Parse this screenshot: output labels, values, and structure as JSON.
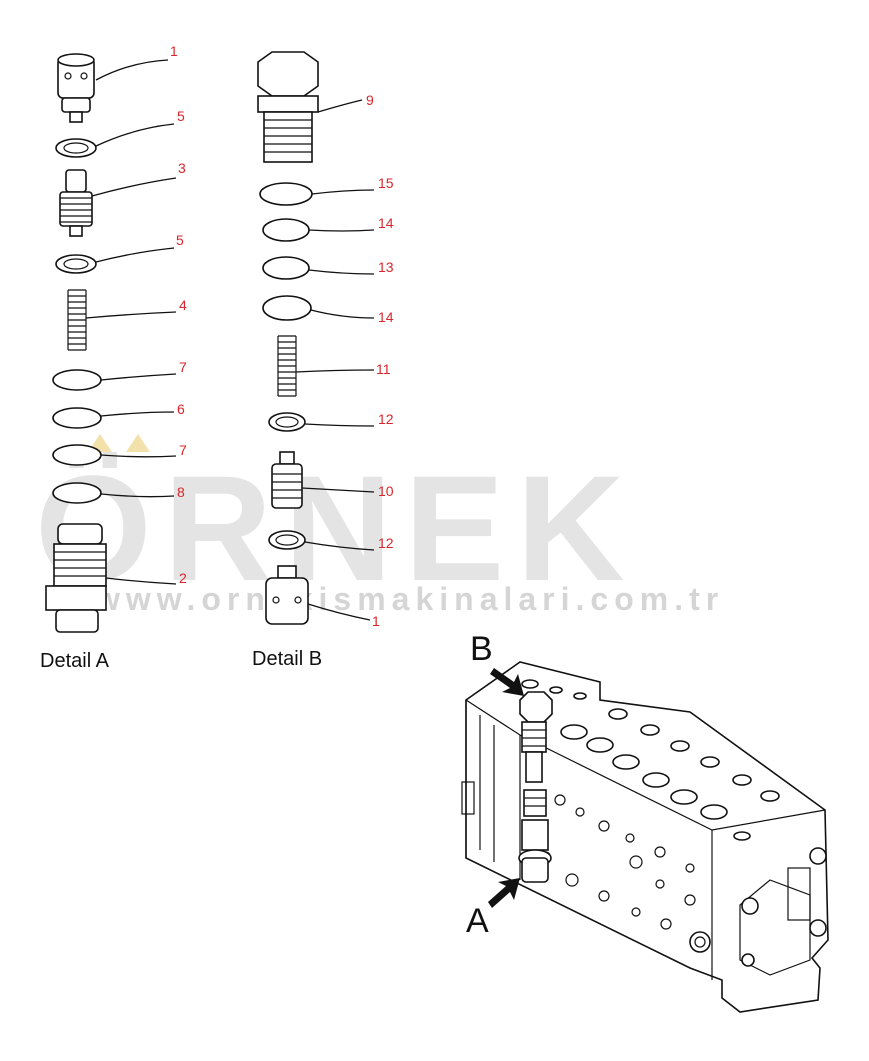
{
  "watermark": {
    "brand": "ÖRNEK",
    "url": "www.ornekismakinalari.com.tr"
  },
  "detail_a": {
    "label": "Detail A",
    "callouts": [
      "1",
      "5",
      "3",
      "5",
      "4",
      "7",
      "6",
      "7",
      "8",
      "2"
    ]
  },
  "detail_b": {
    "label": "Detail B",
    "callouts": [
      "9",
      "15",
      "14",
      "13",
      "14",
      "11",
      "12",
      "10",
      "12",
      "1"
    ]
  },
  "assembly": {
    "view_b": "B",
    "view_a": "A"
  },
  "colors": {
    "callout": "#d9262c",
    "line": "#111111",
    "watermark": "#b4b4b4"
  }
}
